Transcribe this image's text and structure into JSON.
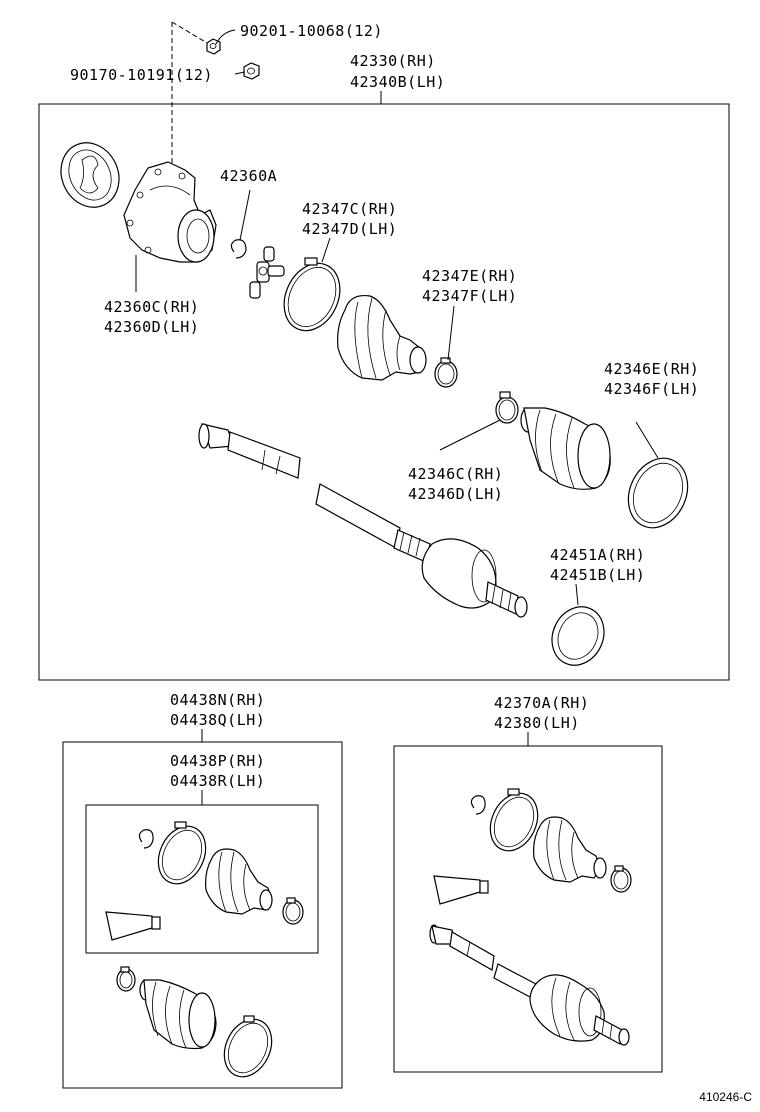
{
  "labels": {
    "bolt": "90201-10068(12)",
    "nut": "90170-10191(12)",
    "shaft_assy_rh": "42330(RH)",
    "shaft_assy_lh": "42340B(LH)",
    "snap_ring": "42360A",
    "tulip_rh": "42360C(RH)",
    "tulip_lh": "42360D(LH)",
    "inboard_clamp_big_rh": "42347C(RH)",
    "inboard_clamp_big_lh": "42347D(LH)",
    "inboard_clamp_small_rh": "42347E(RH)",
    "inboard_clamp_small_lh": "42347F(LH)",
    "outboard_clamp_big_rh": "42346E(RH)",
    "outboard_clamp_big_lh": "42346F(LH)",
    "outboard_clamp_small_rh": "42346C(RH)",
    "outboard_clamp_small_lh": "42346D(LH)",
    "dust_seal_rh": "42451A(RH)",
    "dust_seal_lh": "42451B(LH)",
    "boot_kit_outer_rh": "04438N(RH)",
    "boot_kit_outer_lh": "04438Q(LH)",
    "boot_kit_inner_rh": "04438P(RH)",
    "boot_kit_inner_lh": "04438R(LH)",
    "outboard_joint_rh": "42370A(RH)",
    "outboard_joint_lh": "42380(LH)"
  },
  "figure_ref": "410246-C"
}
